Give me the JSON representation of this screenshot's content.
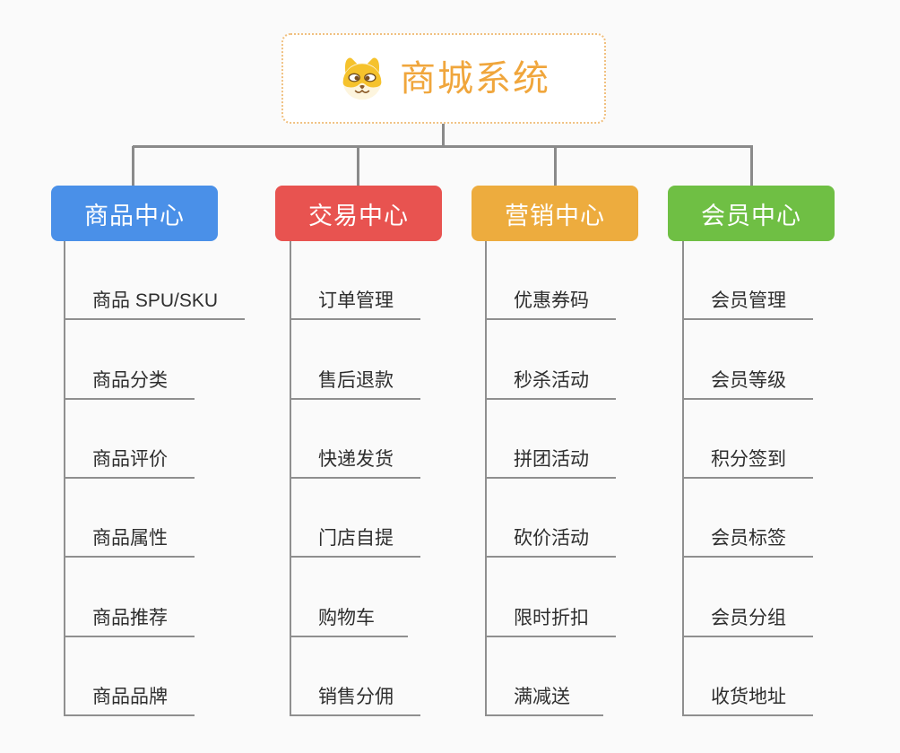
{
  "canvas": {
    "background": "#FAFAFA",
    "connector_color": "#8A8A8A",
    "item_text_color": "#2E2E2E"
  },
  "root": {
    "title": "商城系统",
    "icon": "shiba-dog-icon",
    "title_color": "#F0A63C",
    "border_color": "#F0C080"
  },
  "branches": [
    {
      "label": "商品中心",
      "color": "#4A90E8",
      "items": [
        "商品 SPU/SKU",
        "商品分类",
        "商品评价",
        "商品属性",
        "商品推荐",
        "商品品牌"
      ]
    },
    {
      "label": "交易中心",
      "color": "#E85350",
      "items": [
        "订单管理",
        "售后退款",
        "快递发货",
        "门店自提",
        "购物车",
        "销售分佣"
      ]
    },
    {
      "label": "营销中心",
      "color": "#EDAC3E",
      "items": [
        "优惠券码",
        "秒杀活动",
        "拼团活动",
        "砍价活动",
        "限时折扣",
        "满减送"
      ]
    },
    {
      "label": "会员中心",
      "color": "#6FBF44",
      "items": [
        "会员管理",
        "会员等级",
        "积分签到",
        "会员标签",
        "会员分组",
        "收货地址"
      ]
    }
  ]
}
